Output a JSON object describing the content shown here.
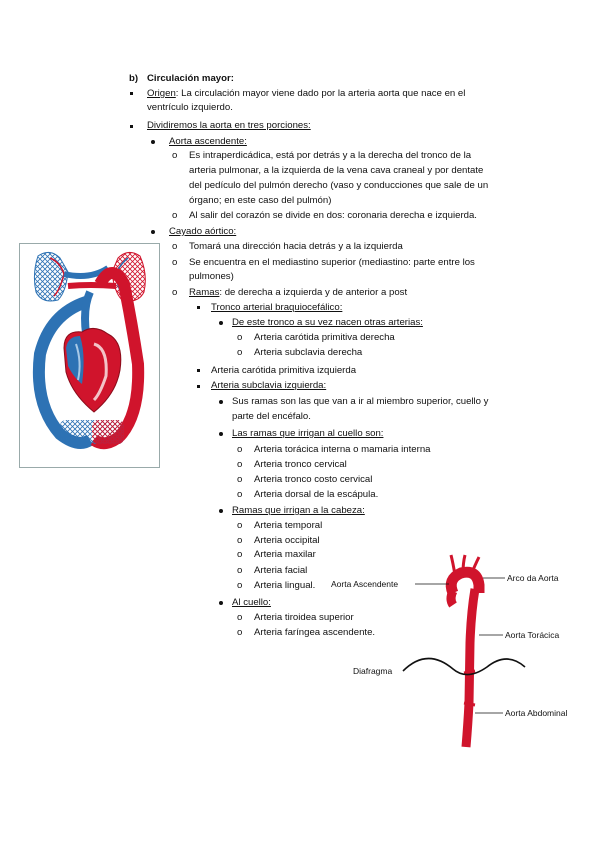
{
  "heading": {
    "marker": "b)",
    "title": "Circulación mayor:"
  },
  "origen": {
    "label": "Origen",
    "line1": ": La circulación mayor viene dado por la arteria aorta que nace en el",
    "line2": "ventrículo izquierdo."
  },
  "dividiremos": "Dividiremos la aorta en tres porciones:",
  "aorta_ascendente": {
    "title": "Aorta ascendente:",
    "item1": [
      "Es intraperdicádica, está por detrás y a la derecha del tronco de la",
      "arteria pulmonar, a la izquierda de la vena cava craneal y por dentate",
      "del pedículo del pulmón derecho (vaso y conducciones que sale de un",
      "órgano; en este caso del pulmón)"
    ],
    "item2": "Al salir del corazón se divide en dos: coronaria derecha e izquierda."
  },
  "cayado": {
    "title": "Cayado aórtico:",
    "item1": "Tomará una dirección hacia detrás y a la izquierda",
    "item2": [
      "Se encuentra en el mediastino superior (mediastino: parte entre los",
      "pulmones)"
    ],
    "ramas_label": "Ramas",
    "ramas_rest": ": de derecha a izquierda y de anterior a post"
  },
  "tronco": {
    "title": "Tronco arterial braquiocefálico:",
    "sub": "De este tronco a su vez nacen otras arterias:",
    "items": [
      "Arteria carótida primitiva derecha",
      "Arteria subclavia derecha"
    ]
  },
  "carotida_izq": "Arteria carótida primitiva izquierda",
  "subclavia_izq": {
    "title": "Arteria subclavia izquierda:",
    "desc": [
      "Sus ramas son las que van a ir al miembro superior, cuello y",
      "parte del encéfalo."
    ],
    "cuello_title": "Las ramas que irrigan al cuello son:",
    "cuello_items": [
      "Arteria torácica interna o mamaria interna",
      "Arteria tronco cervical",
      "Arteria tronco costo cervical",
      "Arteria dorsal de la escápula."
    ],
    "cabeza_title": "Ramas que irrigan a la cabeza:",
    "cabeza_items": [
      "Arteria temporal",
      "Arteria occipital",
      "Arteria maxilar",
      "Arteria facial",
      "Arteria lingual."
    ],
    "al_cuello_title": "Al cuello:",
    "al_cuello_items": [
      "Arteria tiroidea superior",
      "Arteria faríngea ascendente."
    ]
  },
  "aorta_figure": {
    "labels": {
      "ascendente": "Aorta Ascendente",
      "arco": "Arco da Aorta",
      "toracica": "Aorta Torácica",
      "diafragma": "Diafragma",
      "abdominal": "Aorta Abdominal"
    },
    "colors": {
      "artery": "#d0142c",
      "vein": "#2d72b4"
    }
  }
}
